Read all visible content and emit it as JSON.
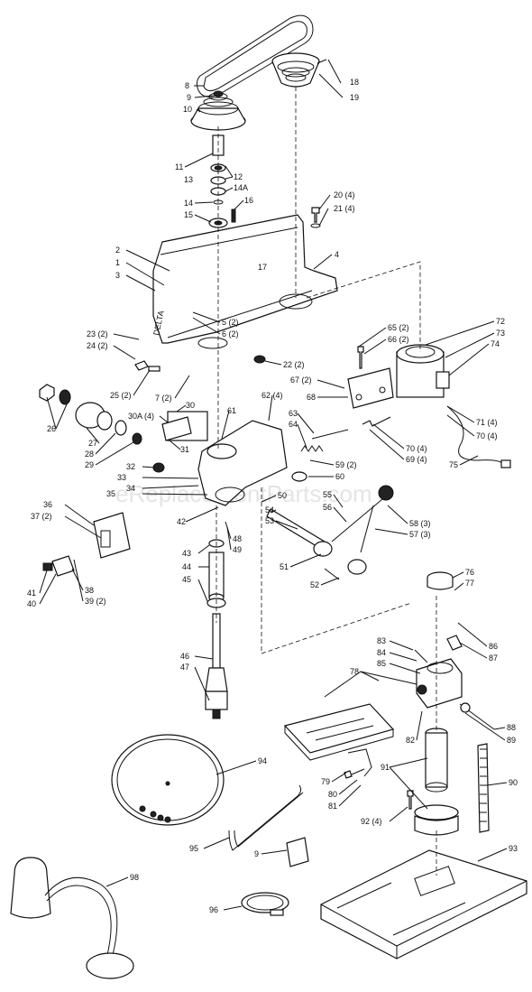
{
  "watermark": "eReplacementParts.com",
  "brand_mark": "DELTA",
  "callouts": [
    {
      "id": "c8",
      "text": "8"
    },
    {
      "id": "c9a",
      "text": "9"
    },
    {
      "id": "c10",
      "text": "10"
    },
    {
      "id": "c11",
      "text": "11"
    },
    {
      "id": "c12",
      "text": "12"
    },
    {
      "id": "c13",
      "text": "13"
    },
    {
      "id": "c14a",
      "text": "14A"
    },
    {
      "id": "c14",
      "text": "14"
    },
    {
      "id": "c15",
      "text": "15"
    },
    {
      "id": "c16",
      "text": "16"
    },
    {
      "id": "c17",
      "text": "17"
    },
    {
      "id": "c18",
      "text": "18"
    },
    {
      "id": "c19",
      "text": "19"
    },
    {
      "id": "c20",
      "text": "20 (4)"
    },
    {
      "id": "c21",
      "text": "21 (4)"
    },
    {
      "id": "c2",
      "text": "2"
    },
    {
      "id": "c1",
      "text": "1"
    },
    {
      "id": "c3",
      "text": "3"
    },
    {
      "id": "c4",
      "text": "4"
    },
    {
      "id": "c5",
      "text": "5 (2)"
    },
    {
      "id": "c6",
      "text": "6 (2)"
    },
    {
      "id": "c23",
      "text": "23 (2)"
    },
    {
      "id": "c24",
      "text": "24 (2)"
    },
    {
      "id": "c25",
      "text": "25 (2)"
    },
    {
      "id": "c7",
      "text": "7 (2)"
    },
    {
      "id": "c22",
      "text": "22 (2)"
    },
    {
      "id": "c65",
      "text": "65 (2)"
    },
    {
      "id": "c66",
      "text": "66 (2)"
    },
    {
      "id": "c72",
      "text": "72"
    },
    {
      "id": "c73",
      "text": "73"
    },
    {
      "id": "c74",
      "text": "74"
    },
    {
      "id": "c67",
      "text": "67 (2)"
    },
    {
      "id": "c68",
      "text": "68"
    },
    {
      "id": "c71",
      "text": "71 (4)"
    },
    {
      "id": "c70b",
      "text": "70 (4)"
    },
    {
      "id": "c70a",
      "text": "70 (4)"
    },
    {
      "id": "c69",
      "text": "69 (4)"
    },
    {
      "id": "c75",
      "text": "75"
    },
    {
      "id": "c62",
      "text": "62 (4)"
    },
    {
      "id": "c63",
      "text": "63"
    },
    {
      "id": "c64",
      "text": "64"
    },
    {
      "id": "c59",
      "text": "59 (2)"
    },
    {
      "id": "c60",
      "text": "60"
    },
    {
      "id": "c26a",
      "text": "26"
    },
    {
      "id": "c27",
      "text": "27"
    },
    {
      "id": "c28",
      "text": "28"
    },
    {
      "id": "c29",
      "text": "29"
    },
    {
      "id": "c30a",
      "text": "30A (4)"
    },
    {
      "id": "c30",
      "text": "30"
    },
    {
      "id": "c61",
      "text": "61"
    },
    {
      "id": "c31",
      "text": "31"
    },
    {
      "id": "c32",
      "text": "32"
    },
    {
      "id": "c33",
      "text": "33"
    },
    {
      "id": "c34",
      "text": "34"
    },
    {
      "id": "c35",
      "text": "35"
    },
    {
      "id": "c50",
      "text": "50"
    },
    {
      "id": "c55",
      "text": "55"
    },
    {
      "id": "c56",
      "text": "56"
    },
    {
      "id": "c54",
      "text": "54"
    },
    {
      "id": "c53",
      "text": "53"
    },
    {
      "id": "c58",
      "text": "58 (3)"
    },
    {
      "id": "c57",
      "text": "57 (3)"
    },
    {
      "id": "c36",
      "text": "36"
    },
    {
      "id": "c37",
      "text": "37 (2)"
    },
    {
      "id": "c42",
      "text": "42"
    },
    {
      "id": "c48",
      "text": "48"
    },
    {
      "id": "c49",
      "text": "49"
    },
    {
      "id": "c43",
      "text": "43"
    },
    {
      "id": "c44",
      "text": "44"
    },
    {
      "id": "c45",
      "text": "45"
    },
    {
      "id": "c51",
      "text": "51"
    },
    {
      "id": "c52",
      "text": "52"
    },
    {
      "id": "c41",
      "text": "41"
    },
    {
      "id": "c40",
      "text": "40"
    },
    {
      "id": "c38",
      "text": "38"
    },
    {
      "id": "c39",
      "text": "39 (2)"
    },
    {
      "id": "c76",
      "text": "76"
    },
    {
      "id": "c77",
      "text": "77"
    },
    {
      "id": "c46",
      "text": "46"
    },
    {
      "id": "c47",
      "text": "47"
    },
    {
      "id": "c83",
      "text": "83"
    },
    {
      "id": "c84",
      "text": "84"
    },
    {
      "id": "c85",
      "text": "85"
    },
    {
      "id": "c86",
      "text": "86"
    },
    {
      "id": "c87",
      "text": "87"
    },
    {
      "id": "c78",
      "text": "78"
    },
    {
      "id": "c88",
      "text": "88"
    },
    {
      "id": "c89",
      "text": "89"
    },
    {
      "id": "c82",
      "text": "82"
    },
    {
      "id": "c94",
      "text": "94"
    },
    {
      "id": "c91",
      "text": "91"
    },
    {
      "id": "c90",
      "text": "90"
    },
    {
      "id": "c79",
      "text": "79"
    },
    {
      "id": "c80",
      "text": "80"
    },
    {
      "id": "c81",
      "text": "81"
    },
    {
      "id": "c92",
      "text": "92 (4)"
    },
    {
      "id": "c95",
      "text": "95"
    },
    {
      "id": "c9b",
      "text": "9"
    },
    {
      "id": "c93",
      "text": "93"
    },
    {
      "id": "c98",
      "text": "98"
    },
    {
      "id": "c96",
      "text": "96"
    }
  ]
}
